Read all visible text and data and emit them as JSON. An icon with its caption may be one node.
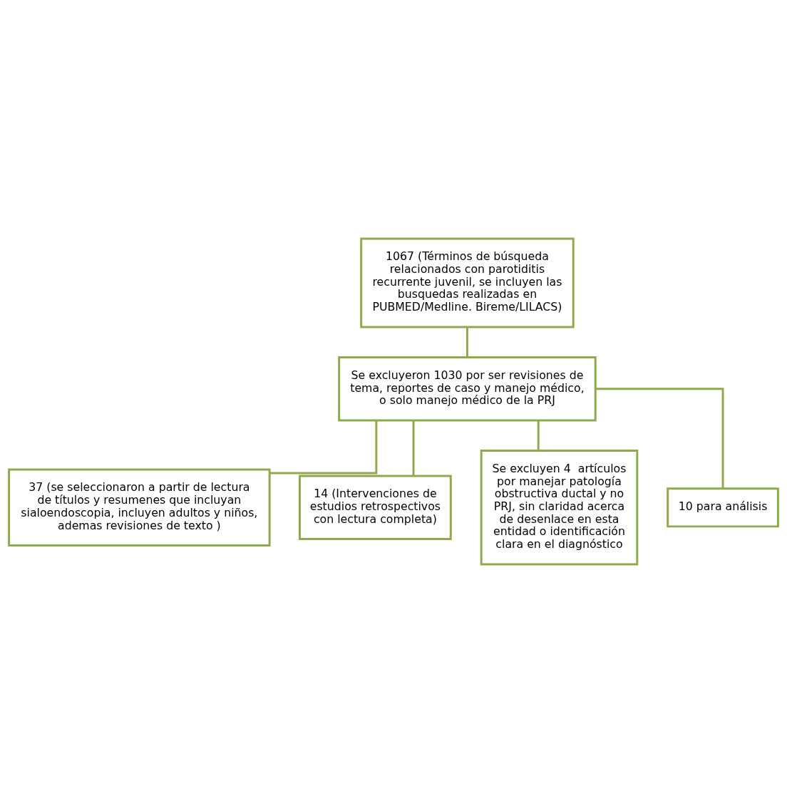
{
  "diagram": {
    "nodes": [
      {
        "text": [
          "1067 (Términos de búsqueda relacionados con parotiditis recurrente juvenil, se incluyen las busquedas realizadas en PUBMED/Medline. Bireme/LILACS)"
        ]
      },
      {
        "text": [
          "Se excluyeron 1030 por ser revisiones de tema, reportes de caso y manejo médico, o solo manejo médico de la PRJ"
        ]
      },
      {
        "text": [
          "37 (se seleccionaron a partir de lectura de títulos y resumenes que incluyan sialoendoscopia, incluyen adultos y niños, ademas revisiones de texto )"
        ]
      },
      {
        "text": [
          "14 (Intervenciones de estudios retrospectivos con lectura completa)"
        ]
      },
      {
        "text": [
          "Se excluyen 4  artículos por manejar patología obstructiva ductal y no PRJ, sin claridad acerca de desenlace en esta entidad o identificación clara en el diagnóstico"
        ]
      },
      {
        "text": [
          "10 para análisis"
        ]
      }
    ],
    "edges": [
      {
        "from": 0,
        "to": 1,
        "arrow": "none"
      },
      {
        "from": 1,
        "to": 2,
        "arrow": "none"
      },
      {
        "from": 1,
        "to": 3,
        "arrow": "none"
      },
      {
        "from": 1,
        "to": 4,
        "arrow": "none"
      },
      {
        "from": 1,
        "to": 5,
        "arrow": "none"
      }
    ]
  }
}
